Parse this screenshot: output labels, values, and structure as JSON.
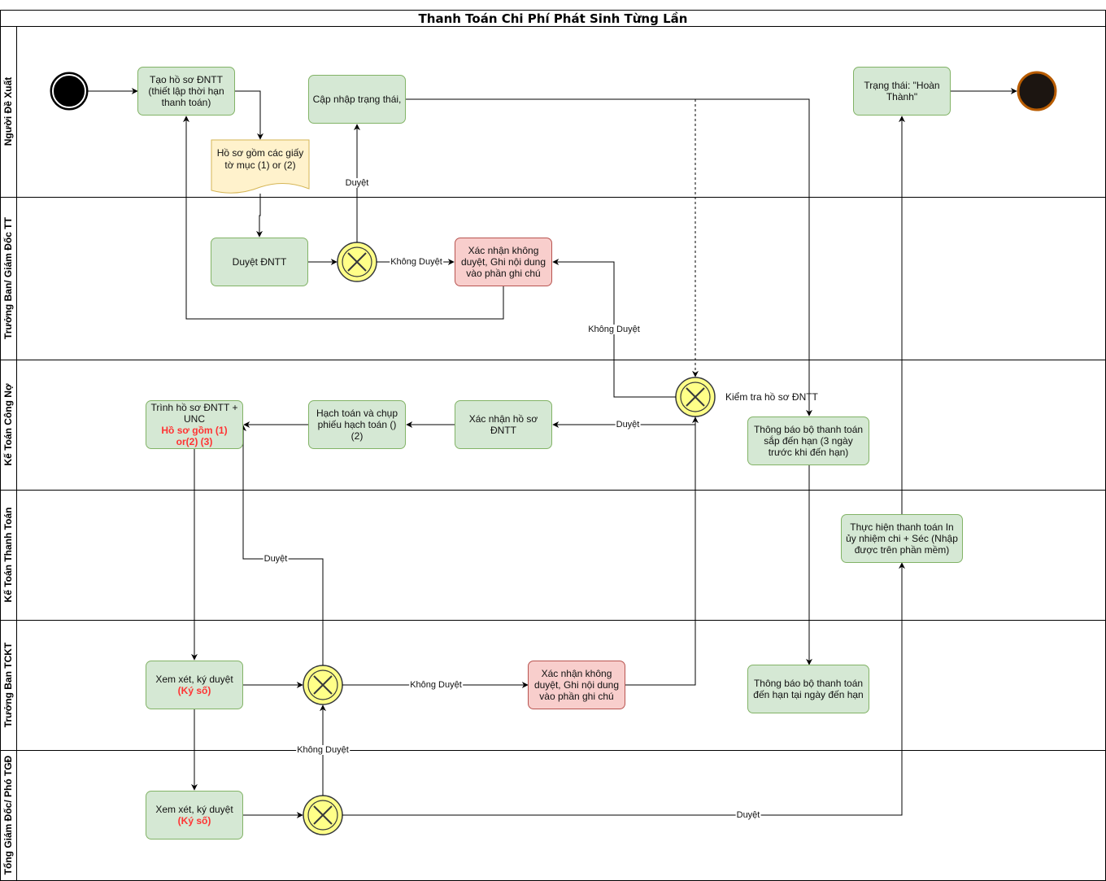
{
  "diagram": {
    "title": "Thanh Toán Chi Phí Phát Sinh Từng Lần",
    "lanes": [
      "Người Đề Xuất",
      "Trưởng Ban/ Giám Đốc TT",
      "Kế Toán Công Nợ",
      "Kế Toán Thanh Toán",
      "Trưởng Ban TCKT",
      "Tổng Giám Đốc/ Phó TGĐ"
    ],
    "nodes": {
      "tao_ho_so": "Tạo hồ sơ ĐNTT (thiết lập thời hạn thanh toán)",
      "ho_so_gom": "Hồ sơ gồm các giấy tờ mục (1) or (2)",
      "cap_nhap": "Cập nhập trạng thái,",
      "trang_thai_hoan_thanh": "Trạng thái: \"Hoàn Thành\"",
      "duyet_dntt": "Duyệt ĐNTT",
      "xac_nhan_khong_duyet_1": "Xác nhận không duyệt, Ghi nội dung vào phần ghi chú",
      "kiem_tra_label": "Kiểm tra hồ sơ ĐNTT",
      "trinh_ho_so_line1": "Trình hồ sơ ĐNTT + UNC",
      "trinh_ho_so_line2": "Hồ sơ gồm (1) or(2) (3)",
      "hach_toan": "Hạch toán và chụp phiếu hạch toán () (2)",
      "xac_nhan_ho_so": "Xác nhận hồ sơ ĐNTT",
      "thong_bao_sap_den_han": "Thông báo bộ thanh toán sắp đến hạn (3 ngày trước khi đến hạn)",
      "thuc_hien_thanh_toan": "Thực hiện thanh toán In ủy nhiệm chi + Séc (Nhập được trên phần mềm)",
      "xem_xet_tckt_line1": "Xem xét, ký duyệt",
      "xem_xet_tckt_line2": "(Ký số)",
      "xac_nhan_khong_duyet_2": "Xác nhận không duyệt, Ghi nội dung vào phần ghi chú",
      "thong_bao_den_han": "Thông báo bộ thanh toán đến hạn tại ngày đến hạn",
      "xem_xet_tgd_line1": "Xem xét, ký duyệt",
      "xem_xet_tgd_line2": "(Ký số)"
    },
    "edge_labels": {
      "duyet_1": "Duyệt",
      "khong_duyet_1": "Không Duyệt",
      "khong_duyet_2": "Không Duyệt",
      "duyet_2": "Duyệt",
      "duyet_3": "Duyệt",
      "khong_duyet_3": "Không Duyệt",
      "khong_duyet_4": "Không Duyệt",
      "duyet_4": "Duyệt"
    },
    "colors": {
      "process_fill": "#d5e8d4",
      "process_stroke": "#82b366",
      "reject_fill": "#f8cecc",
      "reject_stroke": "#b85450",
      "note_fill": "#fff2cc",
      "note_stroke": "#d6b656",
      "gateway_fill": "#ffff88",
      "gateway_stroke": "#36393d",
      "emphasis_text": "#ff3333"
    }
  }
}
